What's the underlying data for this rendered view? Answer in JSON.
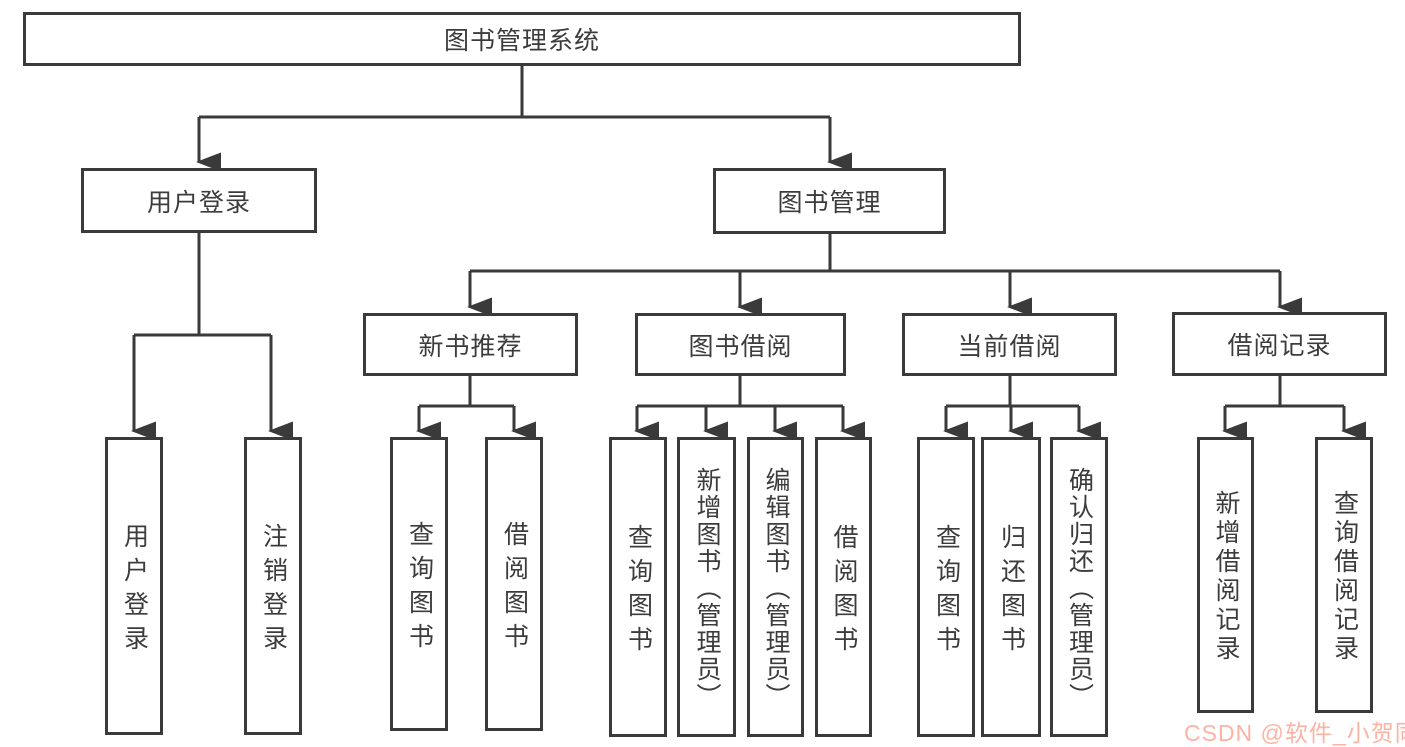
{
  "colors": {
    "line": "#3a3a3a",
    "text": "#3c3c3c",
    "box_background": "#ffffff",
    "watermark": "rgba(252,85,49,0.45)"
  },
  "watermark": {
    "text": "CSDN @软件_小贺同学"
  },
  "tree": {
    "label": "图书管理系统",
    "children": [
      {
        "label": "用户登录",
        "children": [
          {
            "label": "用户登录"
          },
          {
            "label": "注销登录"
          }
        ]
      },
      {
        "label": "图书管理",
        "children": [
          {
            "label": "新书推荐",
            "children": [
              {
                "label": "查询图书"
              },
              {
                "label": "借阅图书"
              }
            ]
          },
          {
            "label": "图书借阅",
            "children": [
              {
                "label": "查询图书"
              },
              {
                "label": "新增图书（管理员）"
              },
              {
                "label": "编辑图书（管理员）"
              },
              {
                "label": "借阅图书"
              }
            ]
          },
          {
            "label": "当前借阅",
            "children": [
              {
                "label": "查询图书"
              },
              {
                "label": "归还图书"
              },
              {
                "label": "确认归还（管理员）"
              }
            ]
          },
          {
            "label": "借阅记录",
            "children": [
              {
                "label": "新增借阅记录"
              },
              {
                "label": "查询借阅记录"
              }
            ]
          }
        ]
      }
    ]
  }
}
